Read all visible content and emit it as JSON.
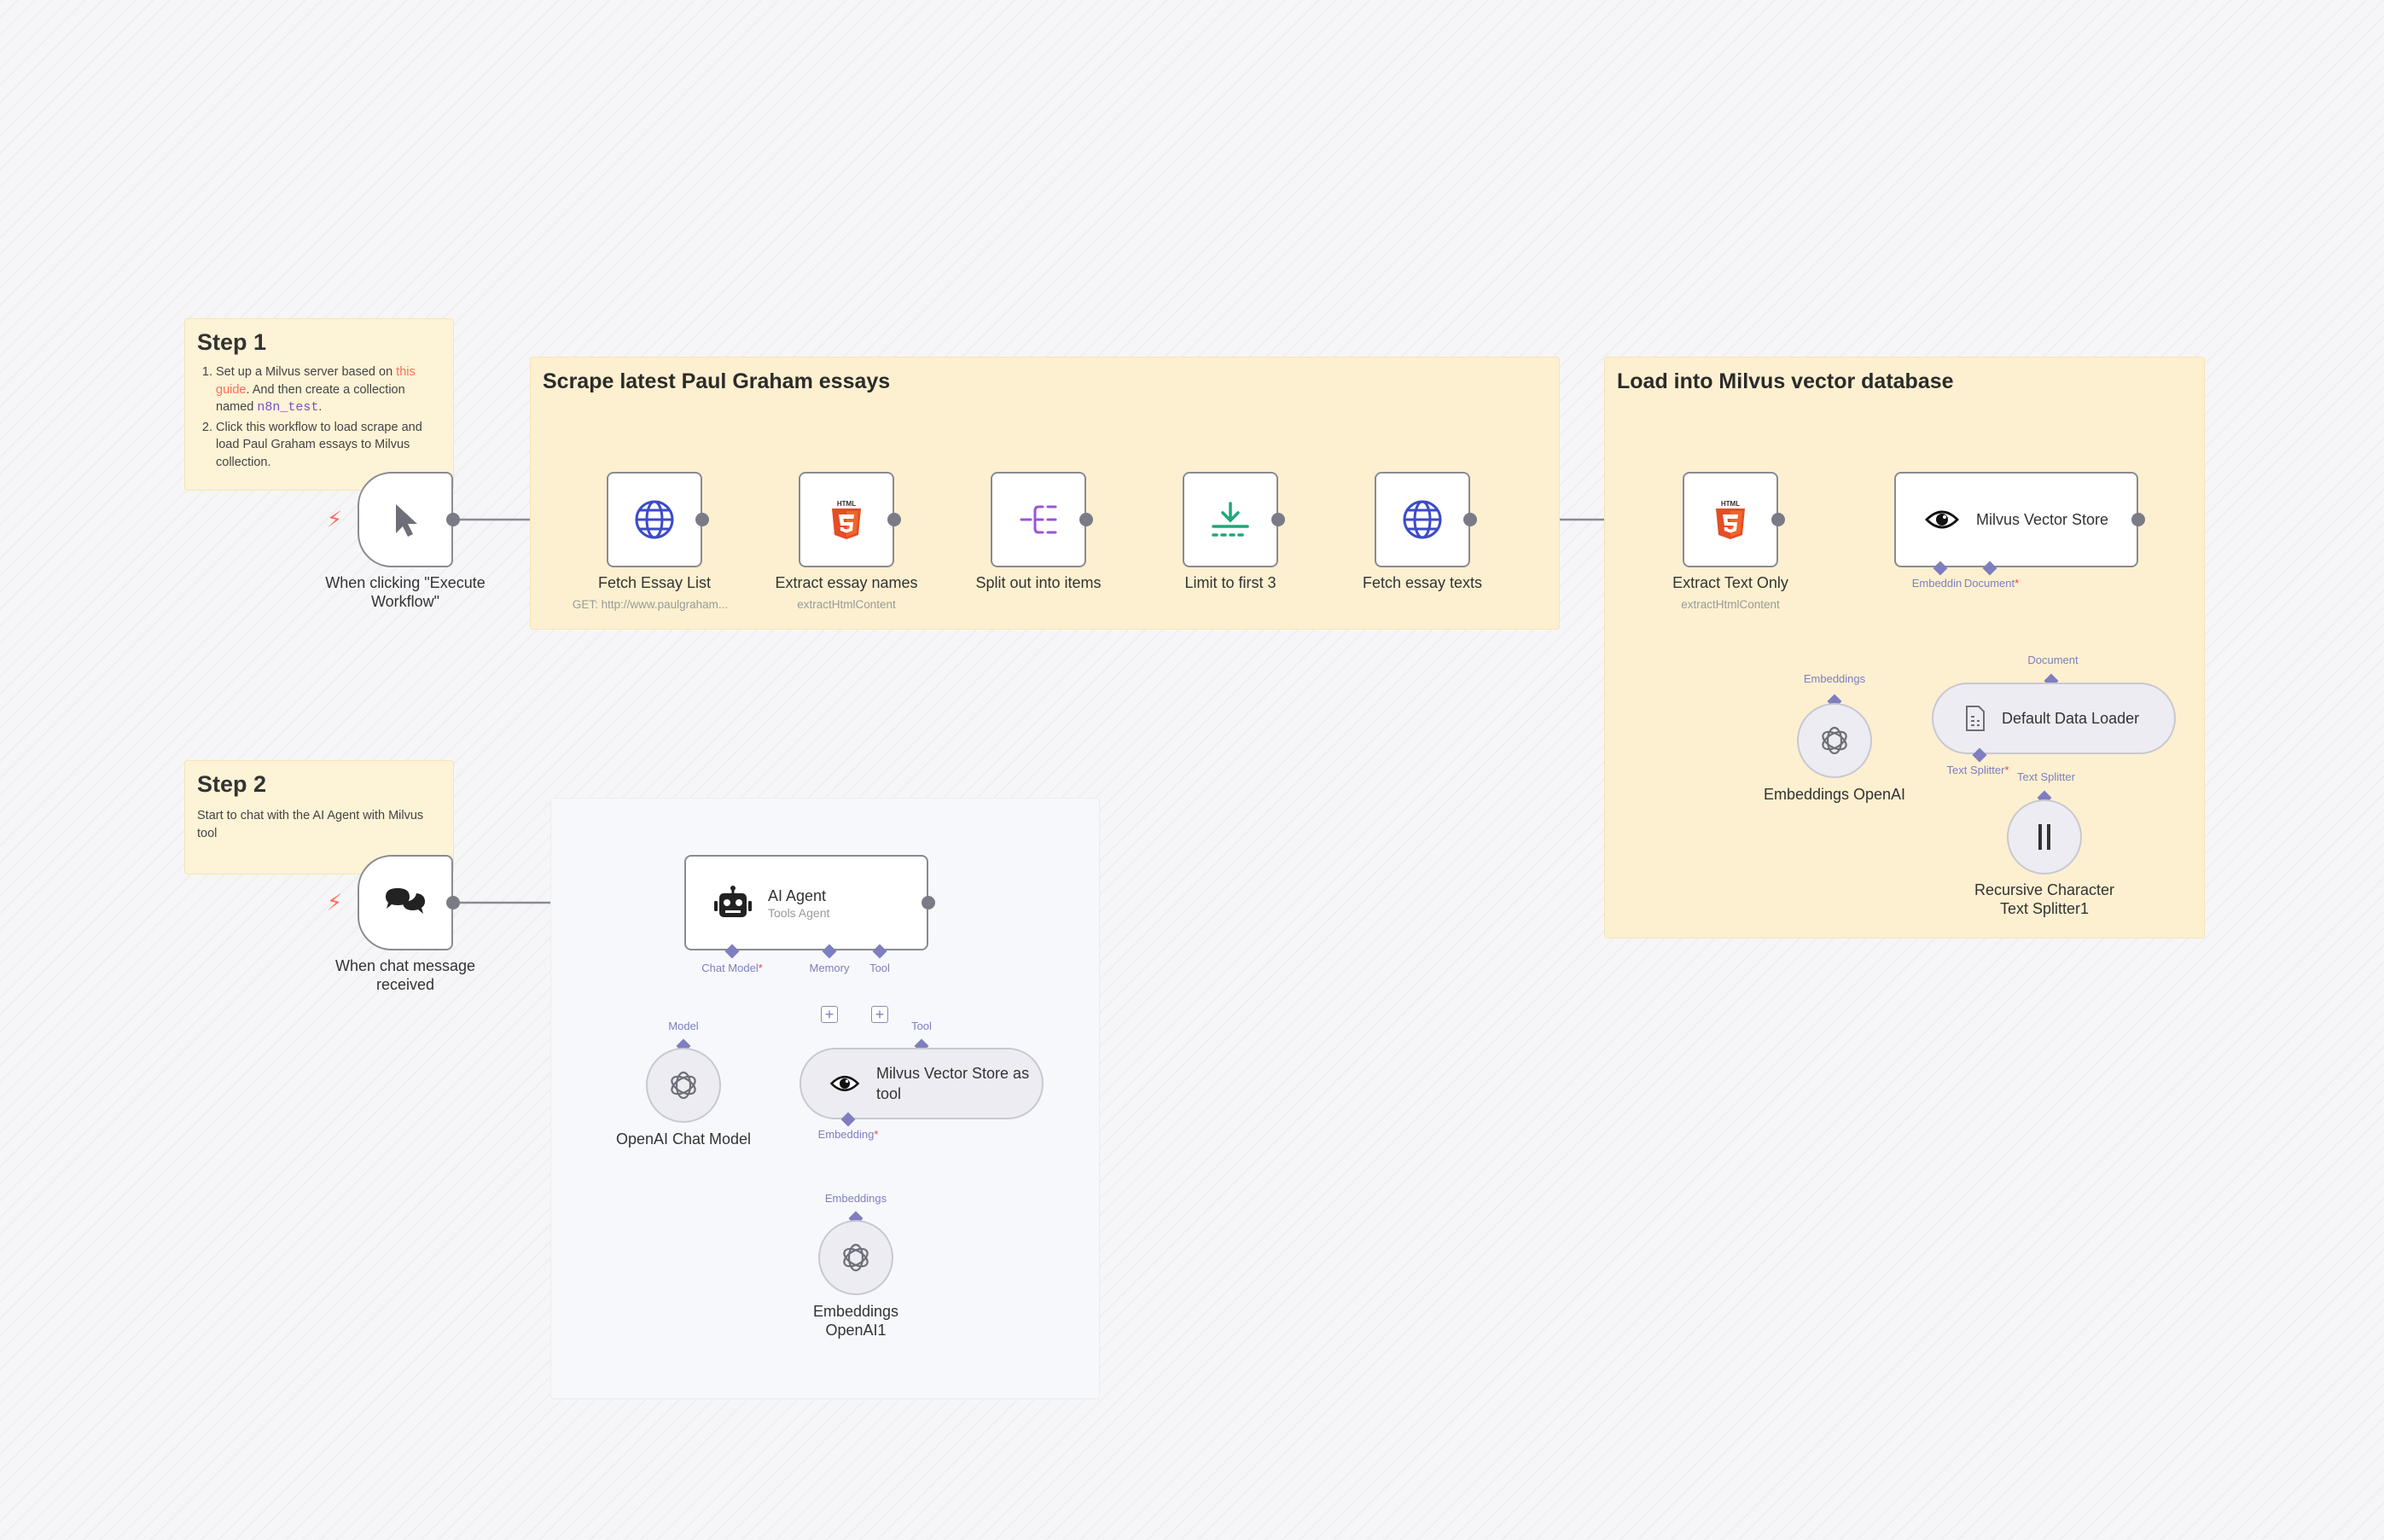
{
  "notes": {
    "step1": {
      "title": "Step 1",
      "item1_a": "Set up a Milvus server based on ",
      "item1_link": "this guide",
      "item1_b": ". And then create a collection named ",
      "item1_code": "n8n_test",
      "item1_c": ".",
      "item2": "Click this workflow to load scrape and load Paul Graham essays to Milvus collection."
    },
    "step2": {
      "title": "Step 2",
      "text": "Start to chat with the AI Agent with Milvus tool"
    }
  },
  "groups": {
    "scrape": "Scrape latest Paul Graham essays",
    "load": "Load into Milvus vector database"
  },
  "nodes": {
    "manual_trigger": "When clicking \"Execute Workflow\"",
    "fetch_list": "Fetch Essay List",
    "fetch_list_sub": "GET: http://www.paulgraham...",
    "extract_names": "Extract essay names",
    "extract_names_sub": "extractHtmlContent",
    "split": "Split out into items",
    "limit": "Limit to first 3",
    "fetch_texts": "Fetch essay texts",
    "extract_text": "Extract Text Only",
    "extract_text_sub": "extractHtmlContent",
    "milvus_store": "Milvus Vector Store",
    "embeddings": "Embeddings OpenAI",
    "loader": "Default Data Loader",
    "splitter": "Recursive Character Text Splitter1",
    "chat_trigger": "When chat message received",
    "agent": "AI Agent",
    "agent_sub": "Tools Agent",
    "chat_model": "OpenAI Chat Model",
    "milvus_tool": "Milvus Vector Store as tool",
    "embeddings1": "Embeddings OpenAI1"
  },
  "ports": {
    "embedding": "Embeddin",
    "document_req": "Document",
    "embeddings": "Embeddings",
    "document": "Document",
    "text_splitter_req": "Text Splitter",
    "text_splitter": "Text Splitter",
    "chat_model": "Chat Model",
    "memory": "Memory",
    "tool": "Tool",
    "model": "Model",
    "tool2": "Tool",
    "embedding2": "Embedding",
    "embeddings2": "Embeddings"
  },
  "colors": {
    "sticky": "#fdf3d6",
    "accent": "#ff6d5a",
    "port": "#7e7ec0",
    "globe": "#3b4bc8",
    "html5": "#e44d26",
    "split": "#9a54d8",
    "limit": "#1ea87a"
  }
}
